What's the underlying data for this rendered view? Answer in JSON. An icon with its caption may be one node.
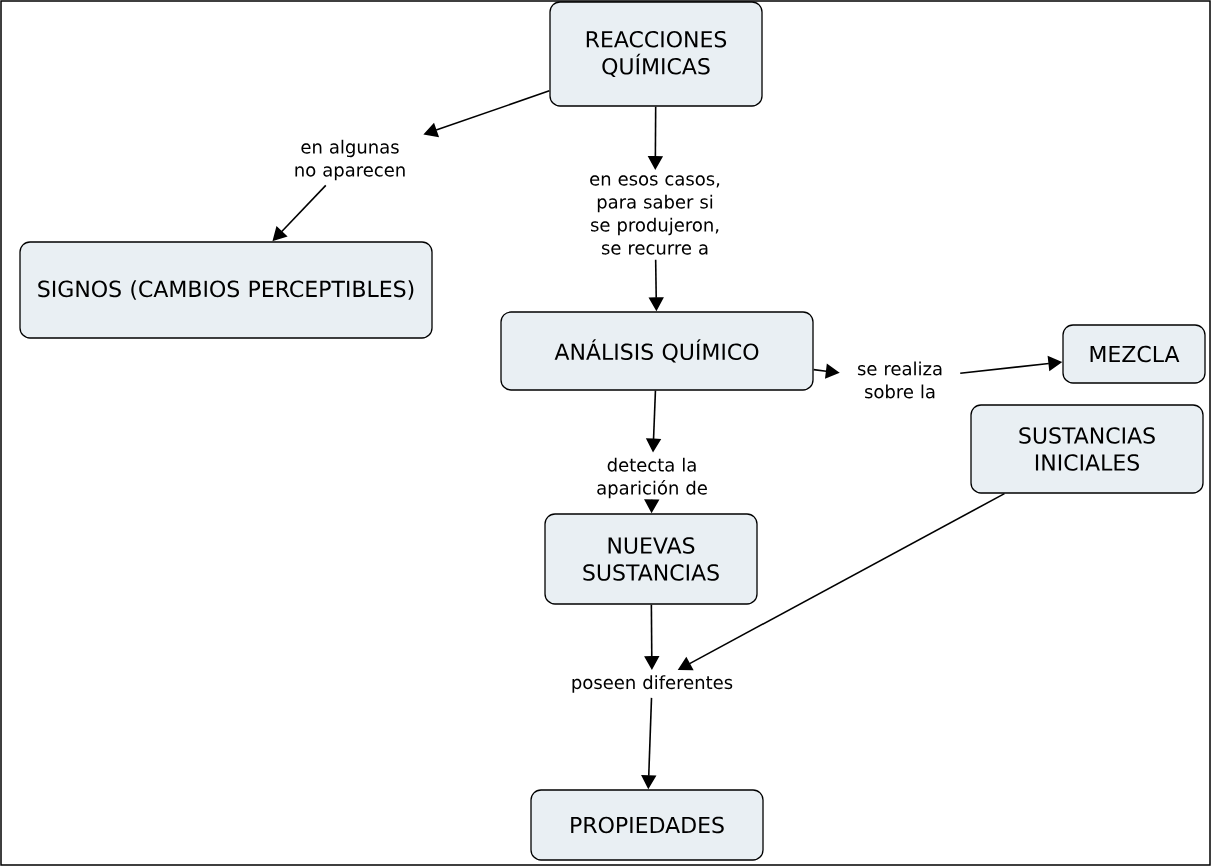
{
  "diagram": {
    "nodes": [
      {
        "text": [
          "REACCIONES QUÍMICAS"
        ]
      },
      {
        "text": [
          "en algunas no aparecen"
        ]
      },
      {
        "text": [
          "SIGNOS (CAMBIOS PERCEPTIBLES)"
        ]
      },
      {
        "text": [
          "en esos casos, para saber si se produjeron, se recurre a"
        ]
      },
      {
        "text": [
          "ANÁLISIS QUÍMICO"
        ]
      },
      {
        "text": [
          "se realiza sobre la"
        ]
      },
      {
        "text": [
          "MEZCLA"
        ]
      },
      {
        "text": [
          "detecta la aparición de"
        ]
      },
      {
        "text": [
          "SUSTANCIAS INICIALES"
        ]
      },
      {
        "text": [
          "NUEVAS SUSTANCIAS"
        ]
      },
      {
        "text": [
          "poseen diferentes"
        ]
      },
      {
        "text": [
          "PROPIEDADES"
        ]
      }
    ],
    "edges": [
      {
        "from": 0,
        "to": 1,
        "arrow": "to"
      },
      {
        "from": 1,
        "to": 2,
        "arrow": "to"
      },
      {
        "from": 0,
        "to": 3,
        "arrow": "to"
      },
      {
        "from": 3,
        "to": 4,
        "arrow": "to"
      },
      {
        "from": 4,
        "to": 5,
        "arrow": "to"
      },
      {
        "from": 5,
        "to": 6,
        "arrow": "to"
      },
      {
        "from": 4,
        "to": 7,
        "arrow": "to"
      },
      {
        "from": 7,
        "to": 9,
        "arrow": "to"
      },
      {
        "from": 9,
        "to": 10,
        "arrow": "to"
      },
      {
        "from": 8,
        "to": 10,
        "arrow": "to"
      },
      {
        "from": 10,
        "to": 11,
        "arrow": "to"
      }
    ]
  }
}
